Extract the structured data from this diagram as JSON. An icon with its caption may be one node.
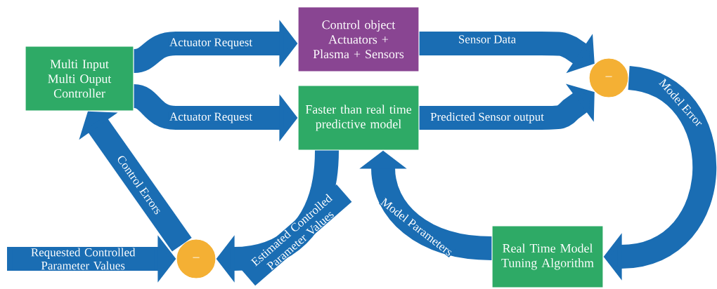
{
  "diagram": {
    "nodes": [
      {
        "text": [
          "Multi Input Multi Ouput Controller"
        ]
      },
      {
        "text": [
          "Control object Actuators + Plasma + Sensors"
        ]
      },
      {
        "text": [
          "Faster than real time predictive model"
        ]
      },
      {
        "text": [
          "–"
        ]
      },
      {
        "text": [
          "Real Time Model Tuning Algorithm"
        ]
      },
      {
        "text": [
          "–"
        ]
      }
    ],
    "edges": [
      {
        "from": 0,
        "to": 1,
        "arrow": "to",
        "label": "Actuator Request"
      },
      {
        "from": 0,
        "to": 2,
        "arrow": "to",
        "label": "Actuator Request"
      },
      {
        "from": 1,
        "to": 3,
        "arrow": "to",
        "label": "Sensor Data"
      },
      {
        "from": 2,
        "to": 3,
        "arrow": "to",
        "label": "Predicted Sensor output"
      },
      {
        "from": 3,
        "to": 4,
        "arrow": "to",
        "label": "Model Error"
      },
      {
        "from": 4,
        "to": 2,
        "arrow": "to",
        "label": "Model Parameters"
      },
      {
        "from": 2,
        "to": 5,
        "arrow": "to",
        "label": "Estimated Controlled Parameter Values"
      },
      {
        "from": 5,
        "to": 0,
        "arrow": "to",
        "label": "Control Errors"
      },
      {
        "from": null,
        "to": 5,
        "arrow": "to",
        "label": "Requested Controlled Parameter Values"
      }
    ]
  }
}
